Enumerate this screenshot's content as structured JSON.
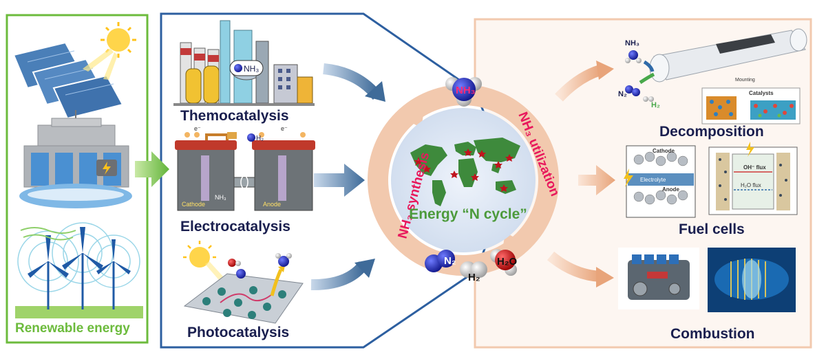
{
  "left_panel": {
    "title": "Renewable energy"
  },
  "synthesis_panel": {
    "methods": [
      {
        "label": "Themocatalysis"
      },
      {
        "label": "Electrocatalysis"
      },
      {
        "label": "Photocatalysis"
      }
    ],
    "electro_labels": {
      "cathode": "Cathode",
      "anode": "Anode",
      "h2": "H₂",
      "e": "e⁻",
      "nh3": "NH₃"
    },
    "thermo_badge": "NH₃"
  },
  "center": {
    "title": "Energy “N cycle”",
    "left_arc": "NH₃ synthesis",
    "right_arc": "NH₃ utilization",
    "top_molecule": "NH₃",
    "bottom_molecules": [
      "N₂",
      "H₂",
      "H₂O"
    ]
  },
  "utilization_panel": {
    "uses": [
      {
        "label": "Decomposition"
      },
      {
        "label": "Fuel cells"
      },
      {
        "label": "Combustion"
      }
    ],
    "decomp_labels": {
      "nh3": "NH₃",
      "n2": "N₂",
      "h2": "H₂",
      "catalysts": "Catalysts",
      "mounting": "Mounting"
    },
    "fuel_labels": {
      "cathode": "Cathode",
      "electrolyte": "Electrolyte",
      "anode": "Anode",
      "oh_flux": "OH⁻ flux",
      "h2o_flux": "H₂O flux"
    }
  },
  "colors": {
    "green": "#6cbb3c",
    "blue_border": "#2d5fa0",
    "peach": "#f2c9ae",
    "pink": "#e8185c",
    "globe_green": "#3e8a3c",
    "navy": "#1a1f4f"
  }
}
